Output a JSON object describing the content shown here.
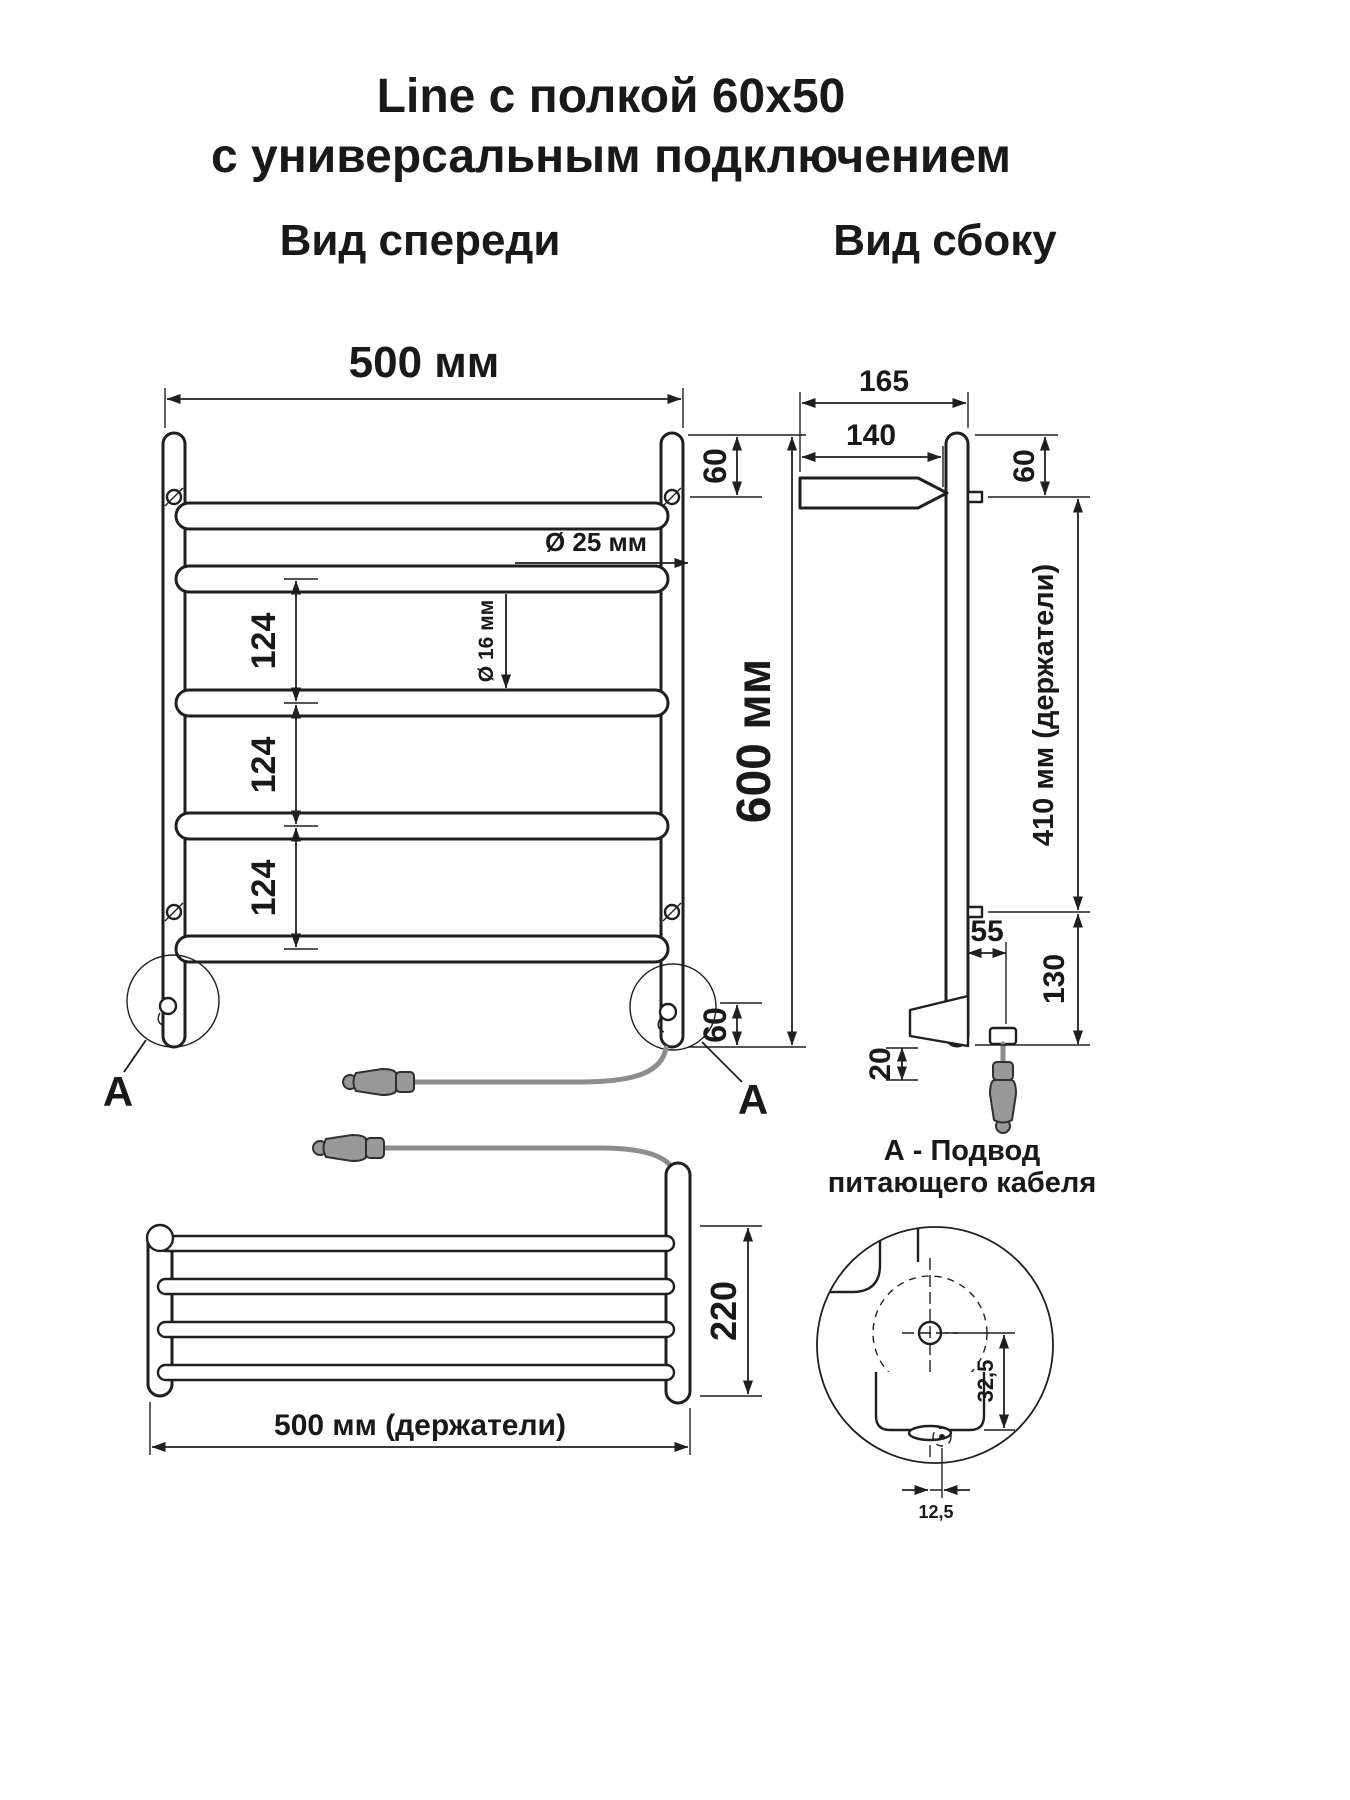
{
  "page": {
    "background": "#ffffff",
    "line_color": "#1f1f1f",
    "plug_color": "#999999"
  },
  "title": {
    "line1": "Line с полкой 60x50",
    "line2": "с универсальным подключением"
  },
  "views": {
    "front": "Вид спереди",
    "side": "Вид сбоку"
  },
  "front_view": {
    "width": "500 мм",
    "height": "600 мм",
    "top_offset": "60",
    "bottom_offset": "60",
    "rung_gap_1": "124",
    "rung_gap_2": "124",
    "rung_gap_3": "124",
    "main_tube_dia": "Ø 25 мм",
    "rung_tube_dia": "Ø 16 мм",
    "callout_letter_left": "А",
    "callout_letter_right": "А"
  },
  "side_view": {
    "total_depth": "165",
    "shelf_depth": "140",
    "top_offset": "60",
    "holders_span": "410 мм (держатели)",
    "outlet_offset": "55",
    "bottom_span": "130",
    "foot_offset": "20"
  },
  "shelf_view": {
    "height": "220",
    "holders_width": "500 мм (держатели)"
  },
  "detail_a": {
    "caption_line1": "А - Подвод",
    "caption_line2": "питающего кабеля",
    "center_offset": "32,5",
    "hole_offset": "12,5"
  }
}
